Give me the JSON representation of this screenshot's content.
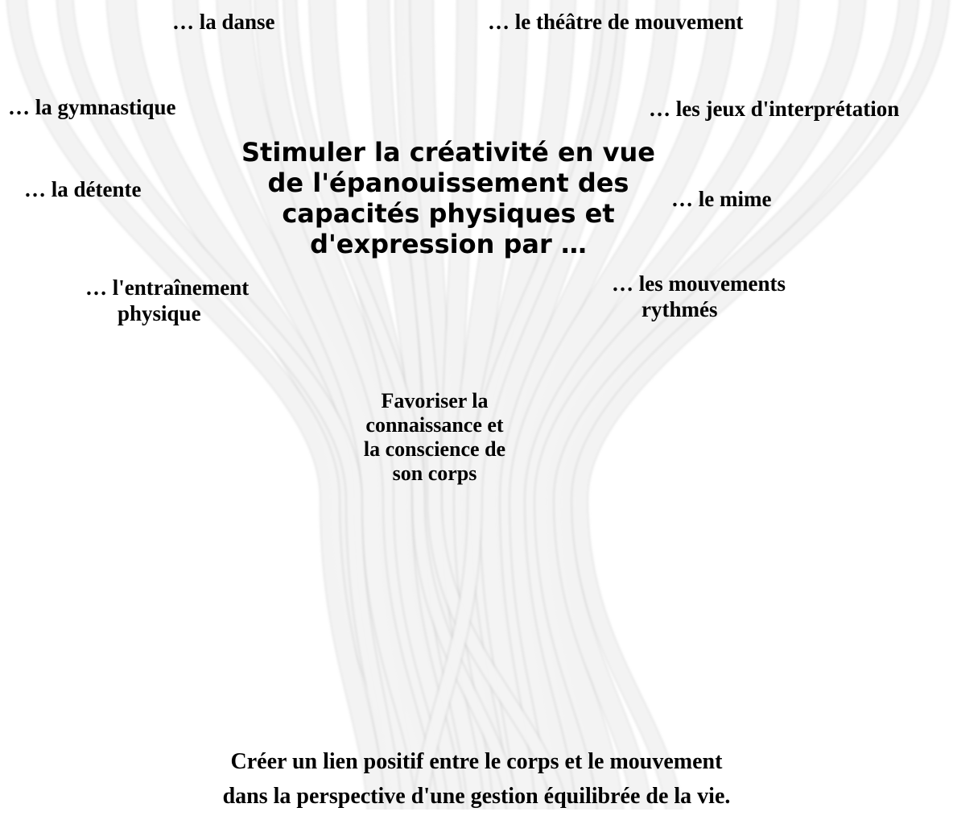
{
  "title_lines": [
    "Stimuler la créativité en vue",
    "de l'épanouissement des",
    "capacités physiques et",
    "d'expression par …"
  ],
  "left_items": {
    "danse": "… la danse",
    "gymnastique": "… la gymnastique",
    "detente": "… la détente",
    "entrainement_line1": "… l'entraînement",
    "entrainement_line2": "physique"
  },
  "right_items": {
    "theatre": "… le théâtre de mouvement",
    "jeux": "… les jeux d'interprétation",
    "mime": "… le mime",
    "mouvements_line1": "… les mouvements",
    "mouvements_line2": "rythmés"
  },
  "center_lines": [
    "Favoriser la",
    "connaissance et",
    "la conscience de",
    "son corps"
  ],
  "bottom_lines": [
    "Créer un lien positif entre le corps et le mouvement",
    "dans la perspective d'une gestion équilibrée de la vie."
  ],
  "colors": {
    "text": "#000000",
    "stroke_light": "#f4f4f4",
    "stroke_dark": "#c9c9c9"
  }
}
